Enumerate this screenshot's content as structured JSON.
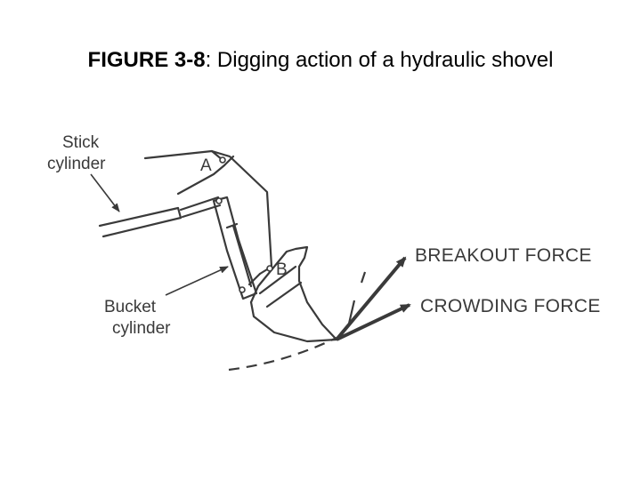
{
  "title": {
    "figure_label": "FIGURE 3-8",
    "separator": ": ",
    "caption": "Digging action of a hydraulic shovel"
  },
  "labels": {
    "stick_line1": "Stick",
    "stick_line2": "cylinder",
    "bucket_line1": "Bucket",
    "bucket_line2": "cylinder",
    "point_a": "A",
    "point_b": "B",
    "breakout_force": "BREAKOUT FORCE",
    "crowding_force": "CROWDING FORCE"
  },
  "colors": {
    "ink": "#3a3a3a",
    "text": "#000000",
    "background": "#ffffff"
  }
}
